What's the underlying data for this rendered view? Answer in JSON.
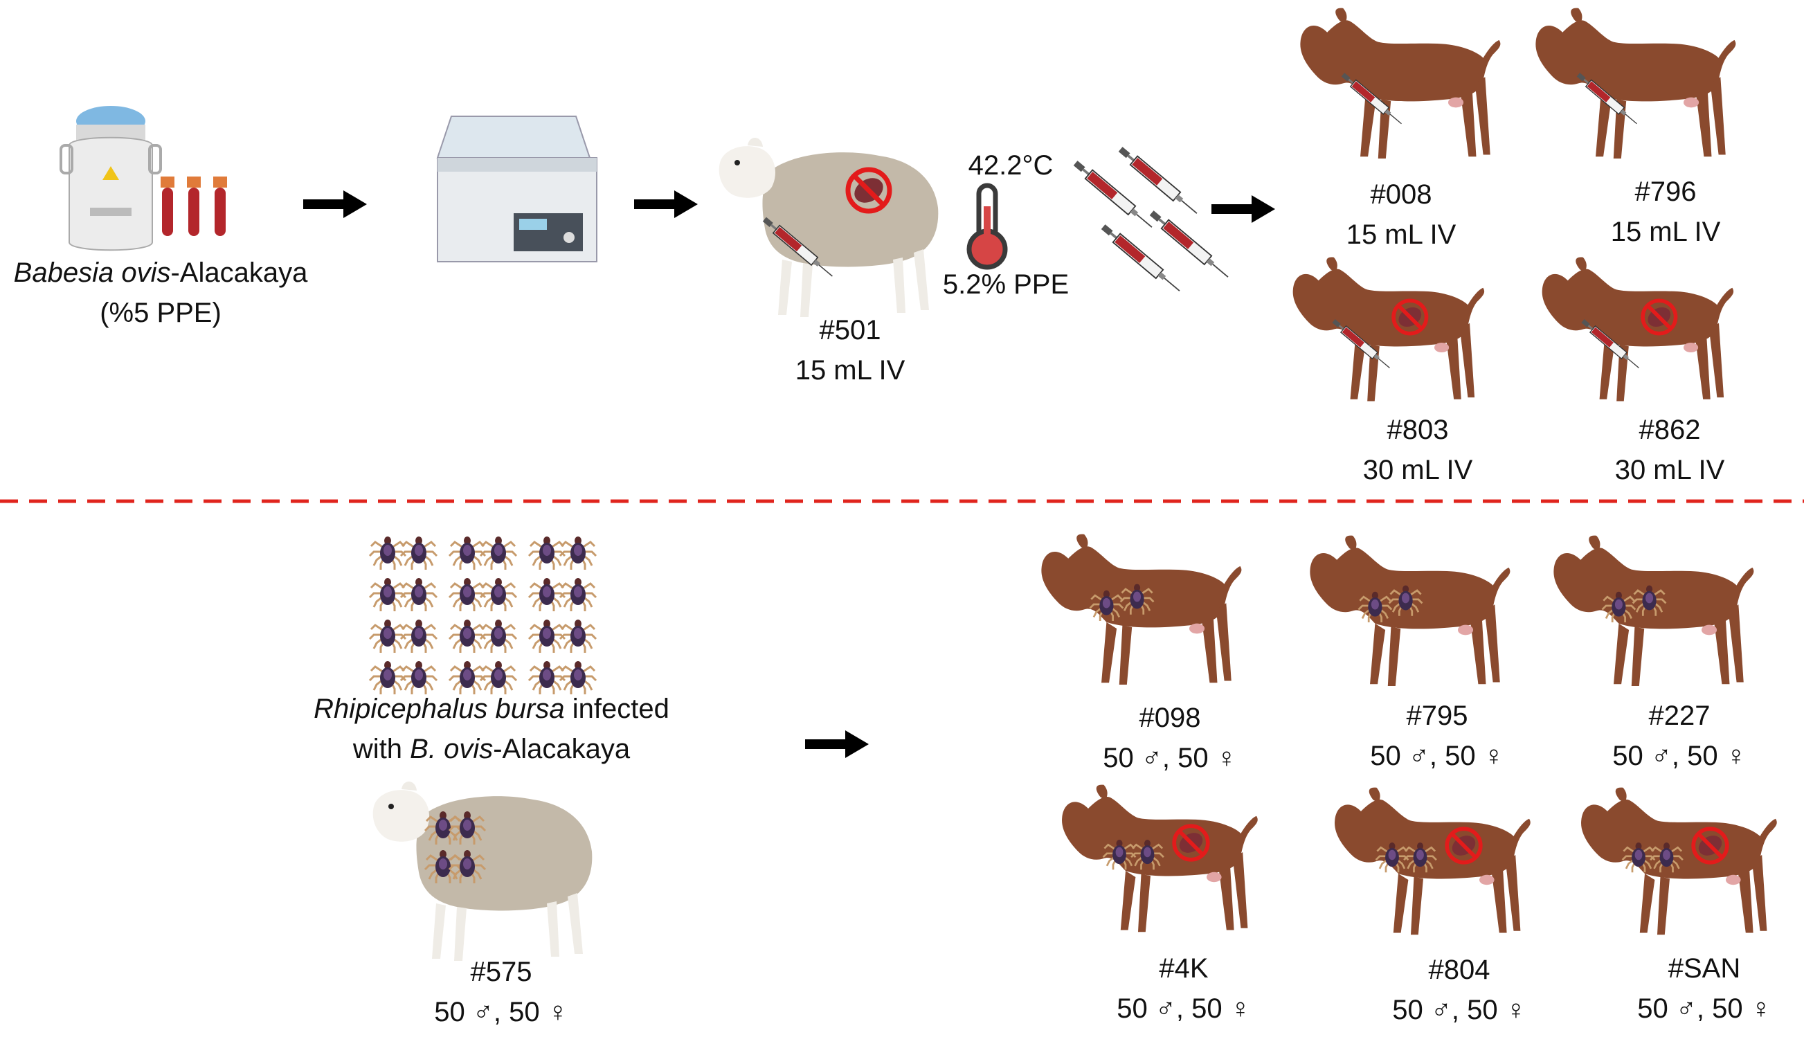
{
  "top": {
    "stock_label": {
      "italic": "Babesia ovis",
      "rest": "-Alacakaya",
      "line2": "(%5 PPE)"
    },
    "donor_sheep": {
      "id": "#501",
      "dose": "15 mL IV"
    },
    "donor_result": {
      "temp": "42.2°C",
      "ppe": "5.2% PPE"
    },
    "goats": [
      {
        "id": "#008",
        "dose": "15 mL IV",
        "protected": false
      },
      {
        "id": "#796",
        "dose": "15 mL IV",
        "protected": false
      },
      {
        "id": "#803",
        "dose": "30 mL IV",
        "protected": true
      },
      {
        "id": "#862",
        "dose": "30 mL IV",
        "protected": true
      }
    ]
  },
  "bottom": {
    "tick_label": {
      "italic1": "Rhipicephalus bursa",
      "rest1": " infected",
      "pre2": "with ",
      "italic2": "B. ovis",
      "rest2": "-Alacakaya"
    },
    "tick_sheep": {
      "id": "#575",
      "ticks": "50 ♂, 50 ♀"
    },
    "goats": [
      {
        "id": "#098",
        "ticks": "50 ♂, 50 ♀",
        "protected": false
      },
      {
        "id": "#795",
        "ticks": "50 ♂, 50 ♀",
        "protected": false
      },
      {
        "id": "#227",
        "ticks": "50 ♂, 50 ♀",
        "protected": false
      },
      {
        "id": "#4K",
        "ticks": "50 ♂, 50 ♀",
        "protected": true
      },
      {
        "id": "#804",
        "ticks": "50 ♂, 50 ♀",
        "protected": true
      },
      {
        "id": "#SAN",
        "ticks": "50 ♂, 50 ♀",
        "protected": true
      }
    ]
  },
  "colors": {
    "goat_body": "#8a4a2e",
    "sheep_wool": "#c3b9a9",
    "divider": "#e0241d",
    "blood": "#b3262b",
    "arrow": "#000000"
  }
}
